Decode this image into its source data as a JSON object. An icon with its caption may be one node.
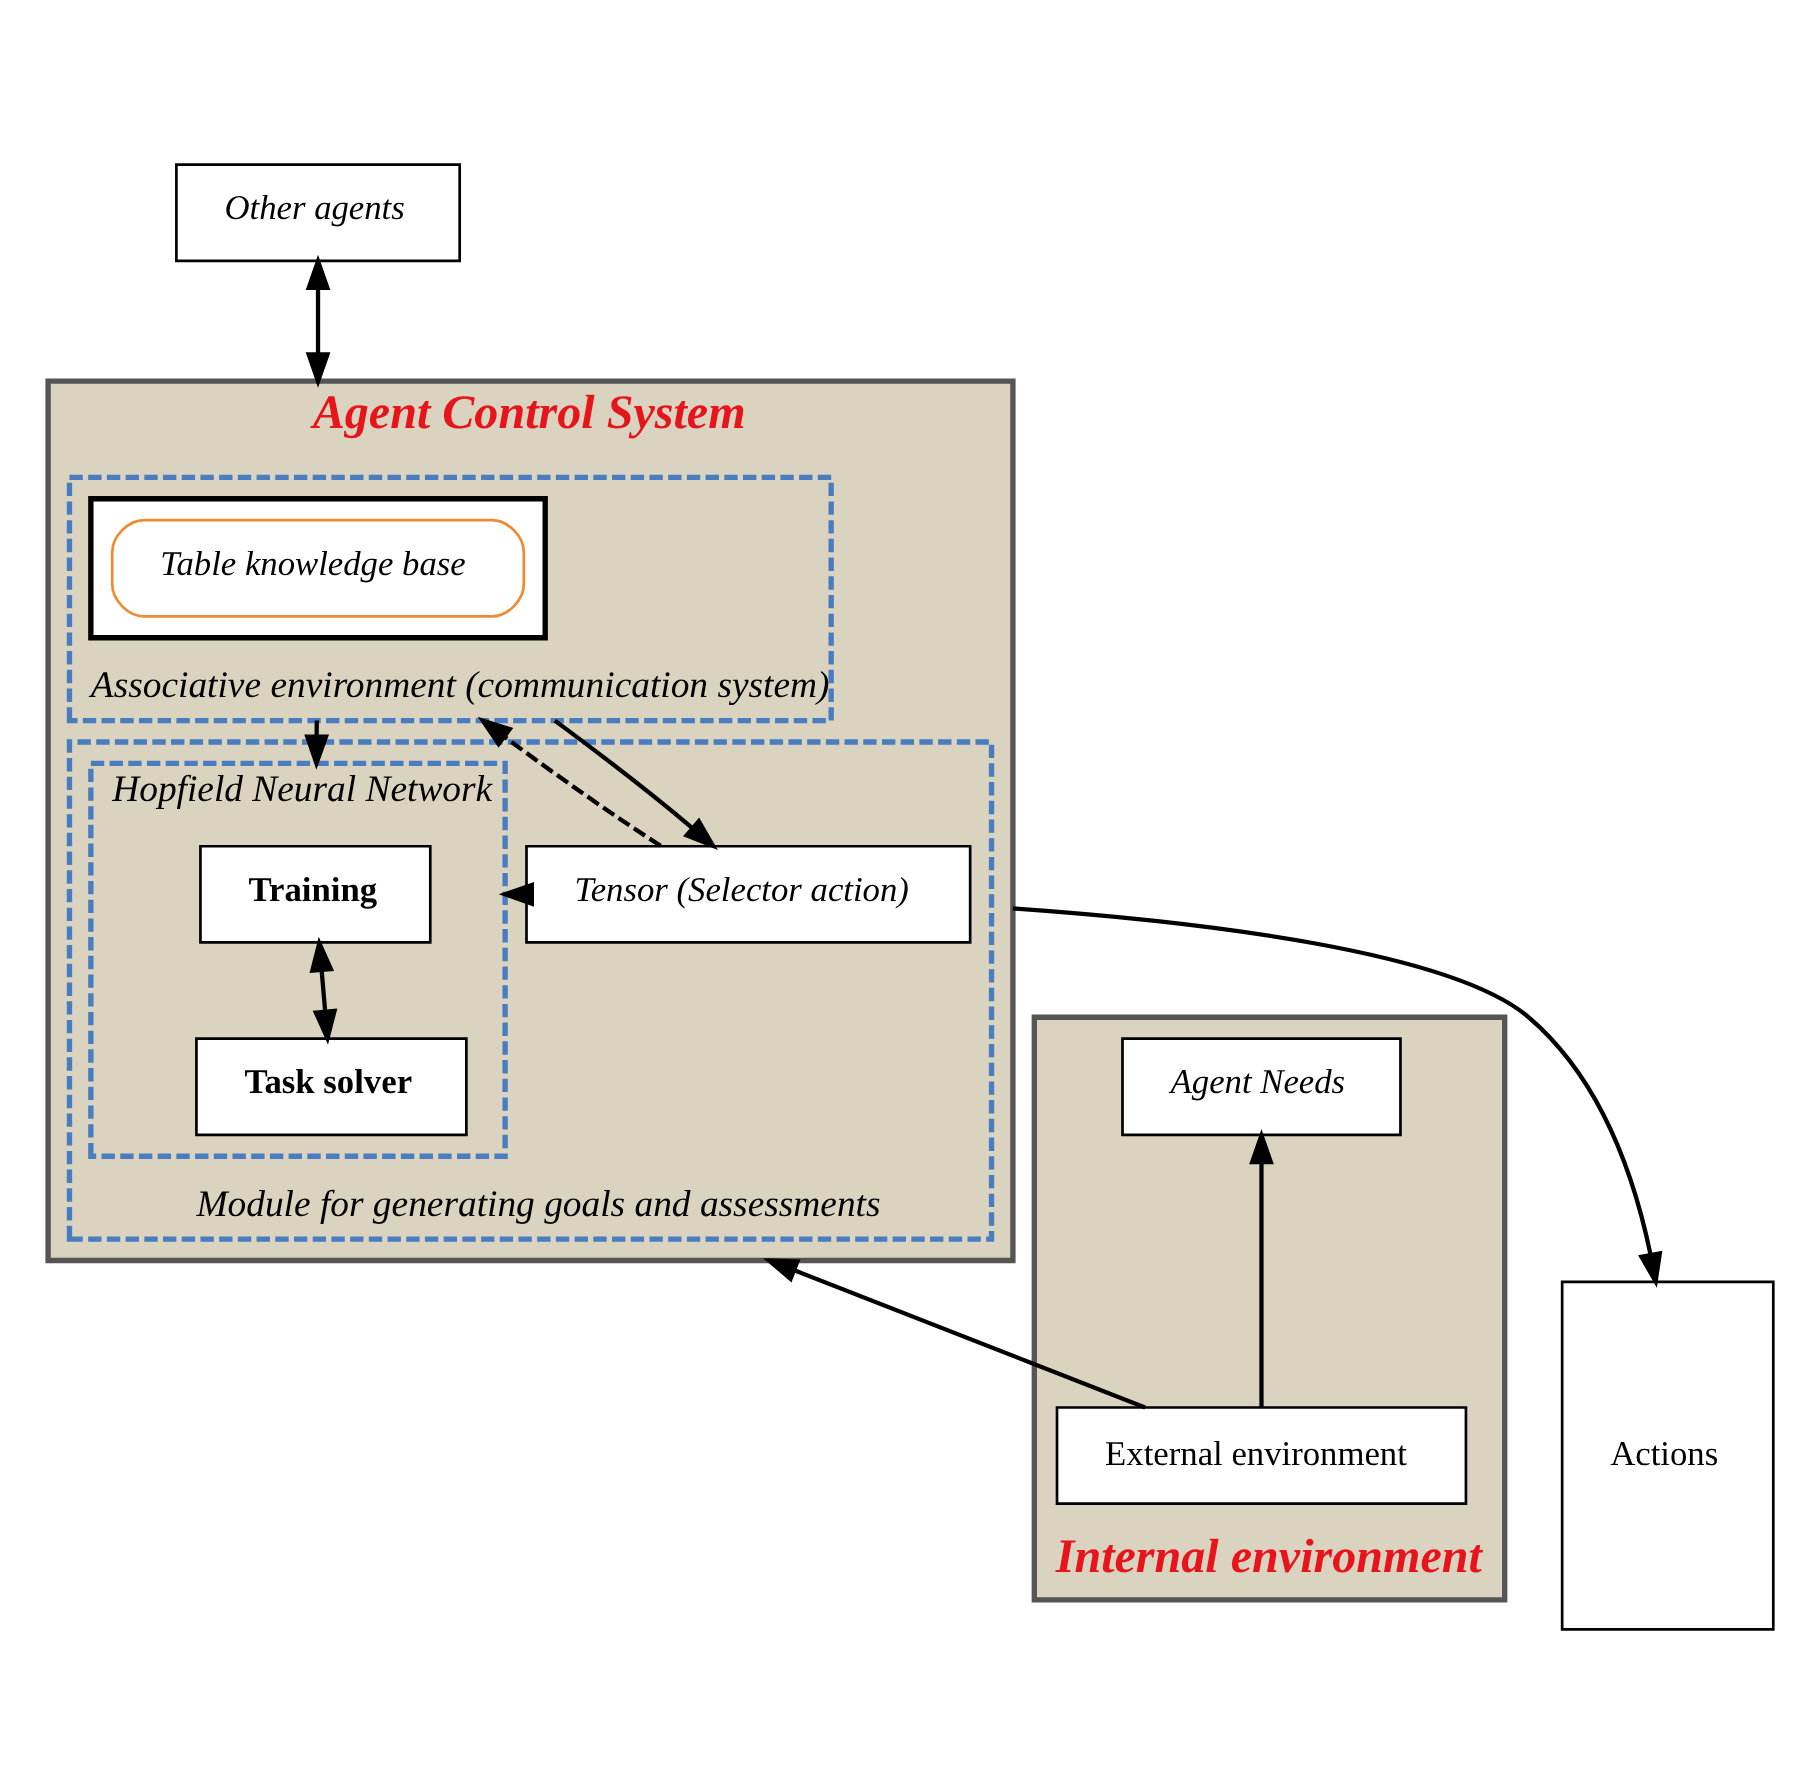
{
  "diagram": {
    "nodes": [
      {
        "text": [
          "Other agents"
        ]
      },
      {
        "text": [
          "Agent Control System"
        ]
      },
      {
        "text": [
          "Associative environment (communication system)"
        ],
        "in": 1
      },
      {
        "text": [],
        "shape": "box",
        "in": 2
      },
      {
        "text": [
          "Table knowledge base"
        ],
        "in": 3
      },
      {
        "text": [
          "Module for generating goals and assessments"
        ],
        "in": 1
      },
      {
        "text": [
          "Hopfield Neural Network"
        ],
        "in": 5
      },
      {
        "text": [
          "Training"
        ],
        "in": 6
      },
      {
        "text": [
          "Task solver"
        ],
        "in": 6
      },
      {
        "text": [
          "Tensor (Selector action)"
        ],
        "in": 5
      },
      {
        "text": [
          "Internal environment"
        ]
      },
      {
        "text": [
          "Agent Needs"
        ],
        "in": 10
      },
      {
        "text": [
          "External environment"
        ],
        "in": 10
      },
      {
        "text": [
          "Actions"
        ]
      }
    ],
    "edges": [
      {
        "from": 0,
        "to": 1,
        "arrow": "both"
      },
      {
        "from": 2,
        "to": 6,
        "arrow": "to"
      },
      {
        "from": 2,
        "to": 9,
        "arrow": "to"
      },
      {
        "from": 9,
        "to": 2,
        "arrow": "to",
        "style": "dashed"
      },
      {
        "from": 7,
        "to": 8,
        "arrow": "both"
      },
      {
        "from": 9,
        "to": 6,
        "arrow": "to",
        "style": "dashed"
      },
      {
        "from": 1,
        "to": 13,
        "arrow": "to"
      },
      {
        "from": 12,
        "to": 11,
        "arrow": "to"
      },
      {
        "from": 12,
        "to": 1,
        "arrow": "to"
      }
    ]
  }
}
